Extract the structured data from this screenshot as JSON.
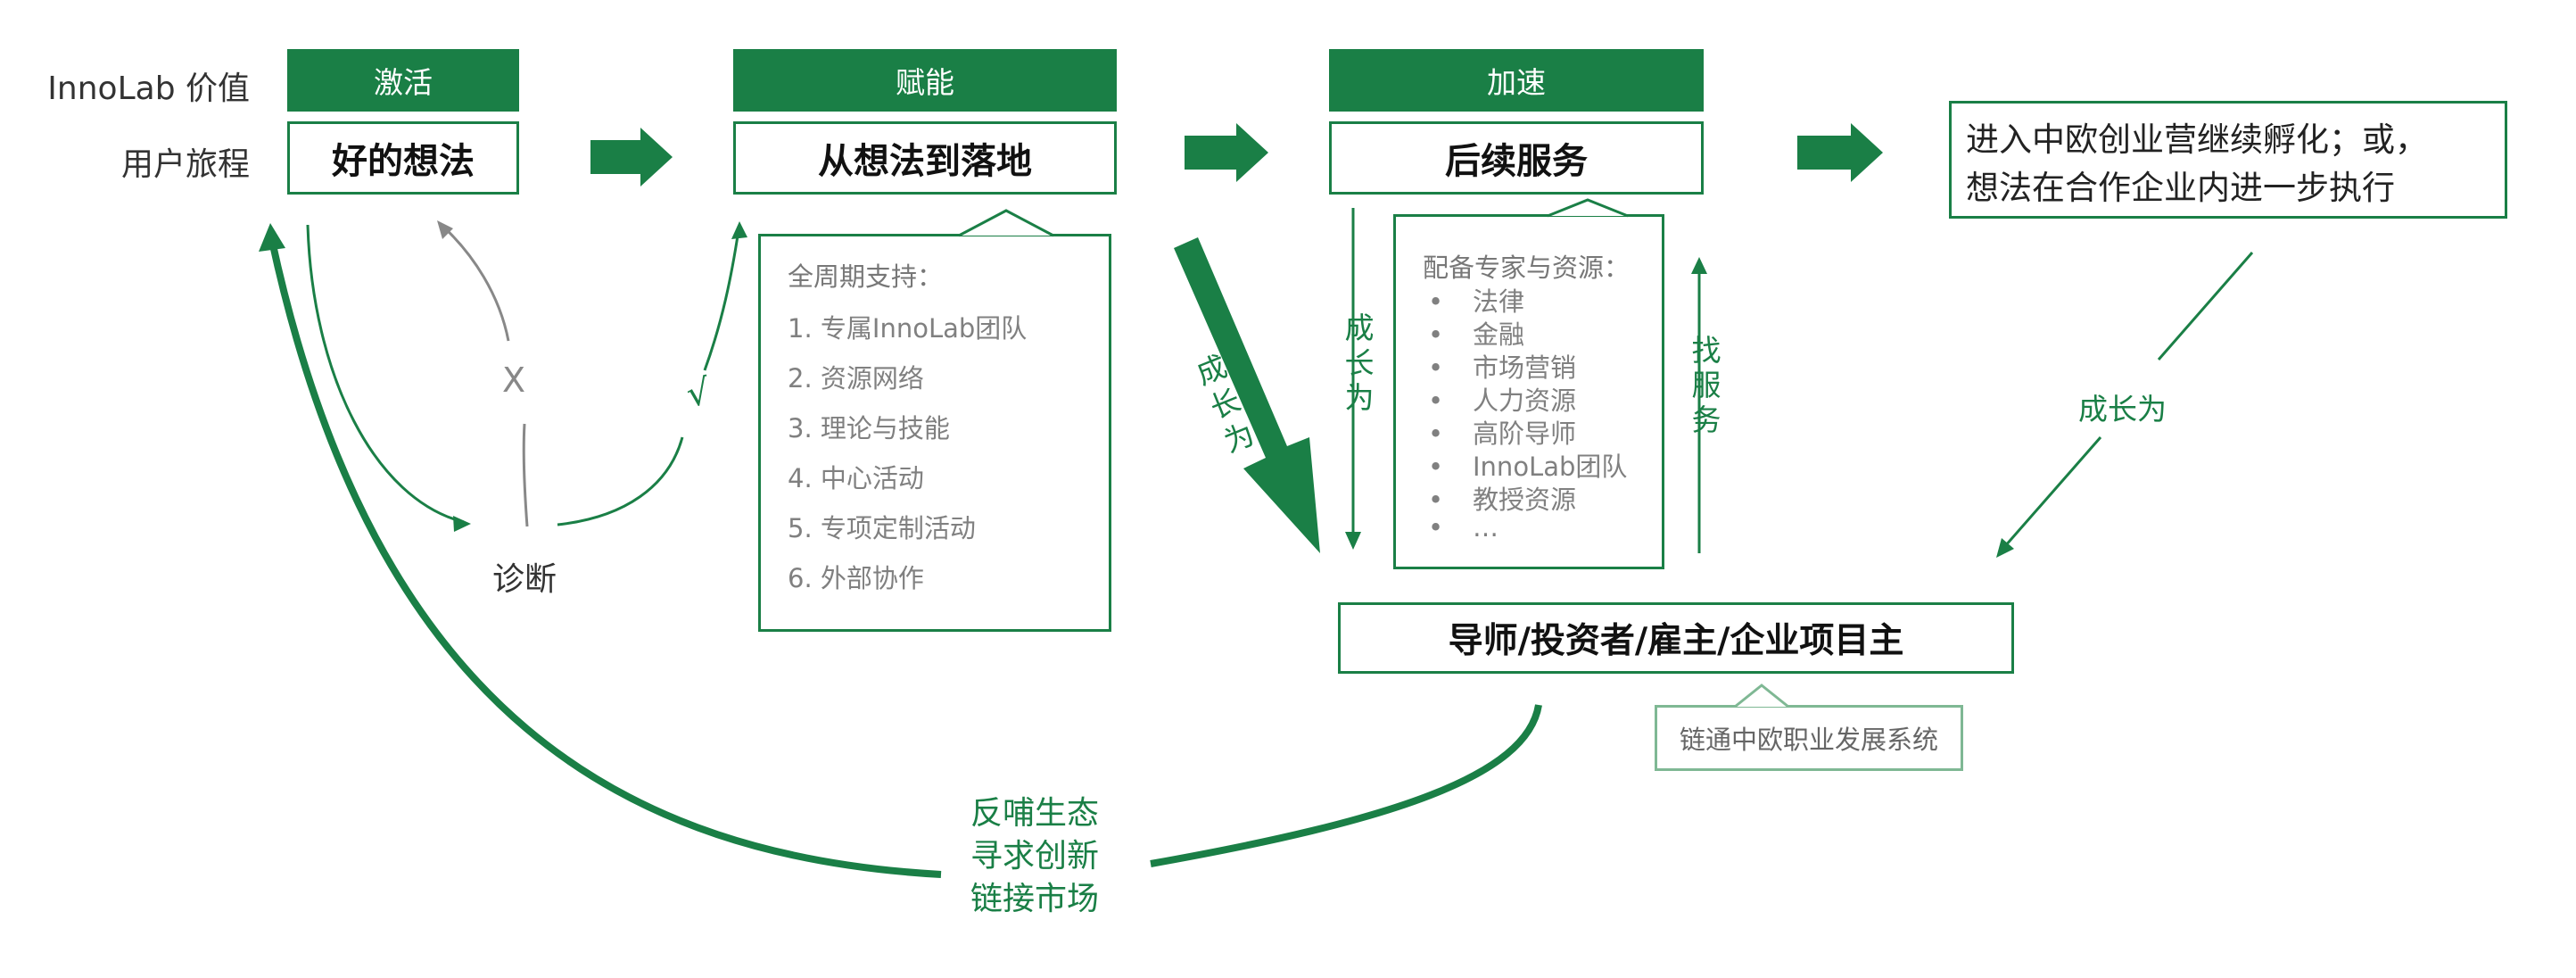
{
  "row_labels": {
    "value": "InnoLab 价值",
    "journey": "用户旅程"
  },
  "phases": [
    {
      "label": "激活"
    },
    {
      "label": "赋能"
    },
    {
      "label": "加速"
    }
  ],
  "stages": [
    {
      "label": "好的想法"
    },
    {
      "label": "从想法到落地"
    },
    {
      "label": "后续服务"
    }
  ],
  "outcome": {
    "line1": "进入中欧创业营继续孵化；或，",
    "line2": "想法在合作企业内进一步执行"
  },
  "support": {
    "title": "全周期支持：",
    "items": [
      "1. 专属InnoLab团队",
      "2. 资源网络",
      "3. 理论与技能",
      "4. 中心活动",
      "5. 专项定制活动",
      "6. 外部协作"
    ]
  },
  "resources": {
    "title": "配备专家与资源：",
    "bullet": "•",
    "items": [
      "法律",
      "金融",
      "市场营销",
      "人力资源",
      "高阶导师",
      "InnoLab团队",
      "教授资源",
      "…"
    ]
  },
  "diagnosis": "诊断",
  "reject_mark": "X",
  "pass_mark": "√",
  "grow_labels": {
    "bold_arrow": "成长为",
    "thin_arrow": "成长为",
    "outcome_arrow": "成长为"
  },
  "find_service": "找服务",
  "mentors": "导师/投资者/雇主/企业项目主",
  "career_system": "链通中欧职业发展系统",
  "feedback": [
    "反哺生态",
    "寻求创新",
    "链接市场"
  ],
  "colors": {
    "brand_green": "#1a7f46",
    "gray_arrow": "#888888"
  }
}
